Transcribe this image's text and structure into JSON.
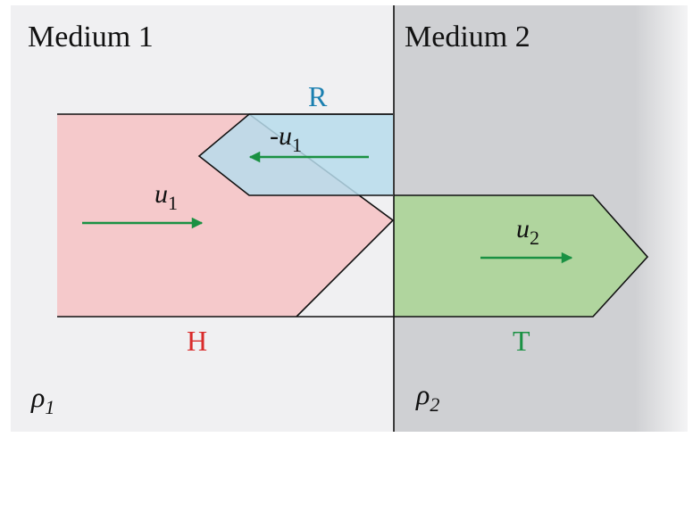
{
  "media": {
    "left_label": "Medium 1",
    "right_label": "Medium 2",
    "left_density": "ρ",
    "left_density_sub": "1",
    "right_density": "ρ",
    "right_density_sub": "2"
  },
  "waves": {
    "incident": {
      "label": "H",
      "velocity": "u",
      "velocity_sub": "1"
    },
    "reflected": {
      "label": "R",
      "velocity_prefix": "-",
      "velocity": "u",
      "velocity_sub": "1"
    },
    "transmitted": {
      "label": "T",
      "velocity": "u",
      "velocity_sub": "2"
    }
  },
  "colors": {
    "medium1_bg": "#f0f0f2",
    "medium2_bg": "#cfd0d3",
    "incident_fill": "#f5c9cb",
    "reflected_fill": "#b7dcec",
    "transmitted_fill": "#b0d59e",
    "arrow": "#1a9143",
    "label_H": "#d92b2b",
    "label_R": "#1a7fb0",
    "label_T": "#1a9143"
  }
}
